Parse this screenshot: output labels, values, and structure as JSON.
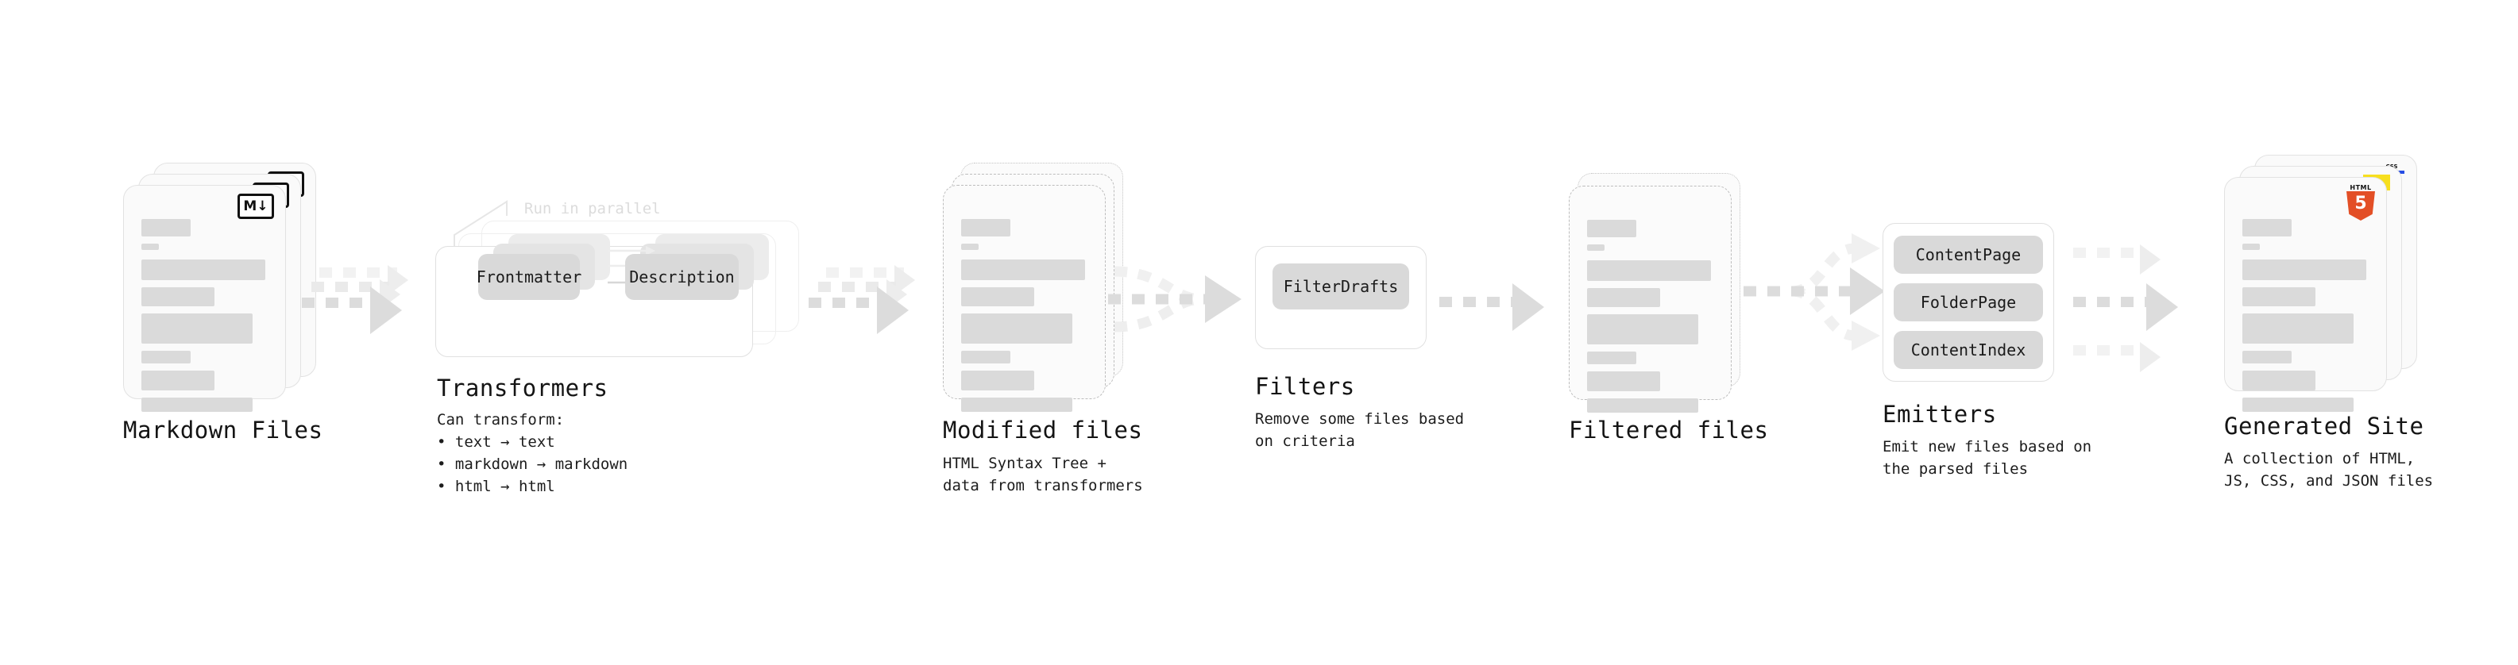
{
  "diagram": {
    "title_font_note": "monospace technical pipeline diagram",
    "stages": [
      {
        "id": "markdown-files",
        "title": "Markdown Files",
        "subtitle": "",
        "kind": "file-stack",
        "badge": "markdown-icon",
        "badge_text": "M↓",
        "card_count": 3
      },
      {
        "id": "transformers",
        "title": "Transformers",
        "subtitle": "Can transform:\n• text → text\n• markdown → markdown\n• html → html",
        "kind": "panel-stack",
        "annotation": "Run in parallel",
        "chips": [
          "Frontmatter",
          "Description"
        ],
        "card_count": 3
      },
      {
        "id": "modified-files",
        "title": "Modified files",
        "subtitle": "HTML Syntax Tree +\ndata from transformers",
        "kind": "file-stack-dashed",
        "card_count": 3
      },
      {
        "id": "filters",
        "title": "Filters",
        "subtitle": "Remove some files based\non criteria",
        "kind": "panel",
        "chips": [
          "FilterDrafts"
        ]
      },
      {
        "id": "filtered-files",
        "title": "Filtered files",
        "subtitle": "",
        "kind": "file-stack-dashed",
        "card_count": 2
      },
      {
        "id": "emitters",
        "title": "Emitters",
        "subtitle": "Emit new files based on\nthe parsed files",
        "kind": "panel",
        "chips": [
          "ContentPage",
          "FolderPage",
          "ContentIndex"
        ]
      },
      {
        "id": "generated-site",
        "title": "Generated Site",
        "subtitle": "A collection of HTML,\nJS, CSS, and JSON files",
        "kind": "file-stack",
        "badges": [
          "html5-icon",
          "js-icon",
          "css-icon"
        ],
        "badge_text_html5_label": "HTML",
        "badge_text_css_label": "CSS",
        "card_count": 3
      }
    ],
    "connectors": [
      {
        "id": "md-to-transformers",
        "style": "dashed-arrow-stack",
        "multiplicity": 3
      },
      {
        "id": "transformers-to-modified",
        "style": "dashed-arrow-stack",
        "multiplicity": 3
      },
      {
        "id": "modified-to-filters",
        "style": "dashed-arrow-converge",
        "multiplicity": 3
      },
      {
        "id": "filters-to-filtered",
        "style": "dashed-arrow",
        "multiplicity": 1
      },
      {
        "id": "filtered-to-emitters",
        "style": "dashed-arrow-diverge",
        "multiplicity": 3
      },
      {
        "id": "emitters-to-site",
        "style": "dashed-arrow-stack",
        "multiplicity": 3
      }
    ],
    "colors": {
      "background": "#ffffff",
      "card_fill": "#fafafa",
      "card_border": "#e2e2e2",
      "skeleton_bar": "#dadada",
      "chip_fill": "#d9d9d9",
      "arrow": "#dcdcdc",
      "text": "#1c1c1c",
      "muted_text": "#dcdcdc",
      "html5_orange": "#e34f26",
      "js_yellow": "#f7df1e",
      "css_blue": "#264de4"
    }
  }
}
